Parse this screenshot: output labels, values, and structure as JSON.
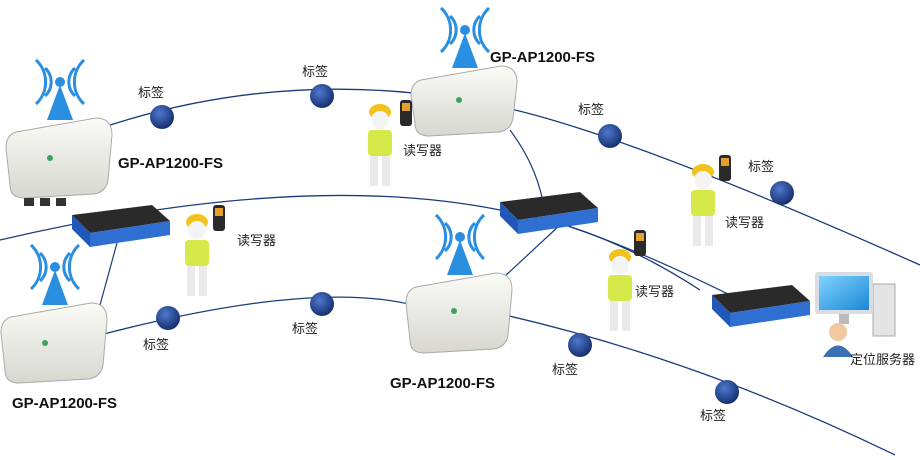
{
  "access_points": [
    {
      "label": "GP-AP1200-FS"
    },
    {
      "label": "GP-AP1200-FS"
    },
    {
      "label": "GP-AP1200-FS"
    },
    {
      "label": "GP-AP1200-FS"
    }
  ],
  "tags": [
    {
      "label": "标签"
    },
    {
      "label": "标签"
    },
    {
      "label": "标签"
    },
    {
      "label": "标签"
    },
    {
      "label": "标签"
    },
    {
      "label": "标签"
    },
    {
      "label": "标签"
    },
    {
      "label": "标签"
    }
  ],
  "readers": [
    {
      "label": "读写器"
    },
    {
      "label": "读写器"
    },
    {
      "label": "读写器"
    },
    {
      "label": "读写器"
    }
  ],
  "server": {
    "label": "定位服务器"
  },
  "colors": {
    "line": "#1a3c7a",
    "tag": "#1f3f8f",
    "wifi": "#2a8fe0",
    "switch": "#2f6fd1",
    "vest": "#d6e84a",
    "helmet": "#f3c31d"
  }
}
